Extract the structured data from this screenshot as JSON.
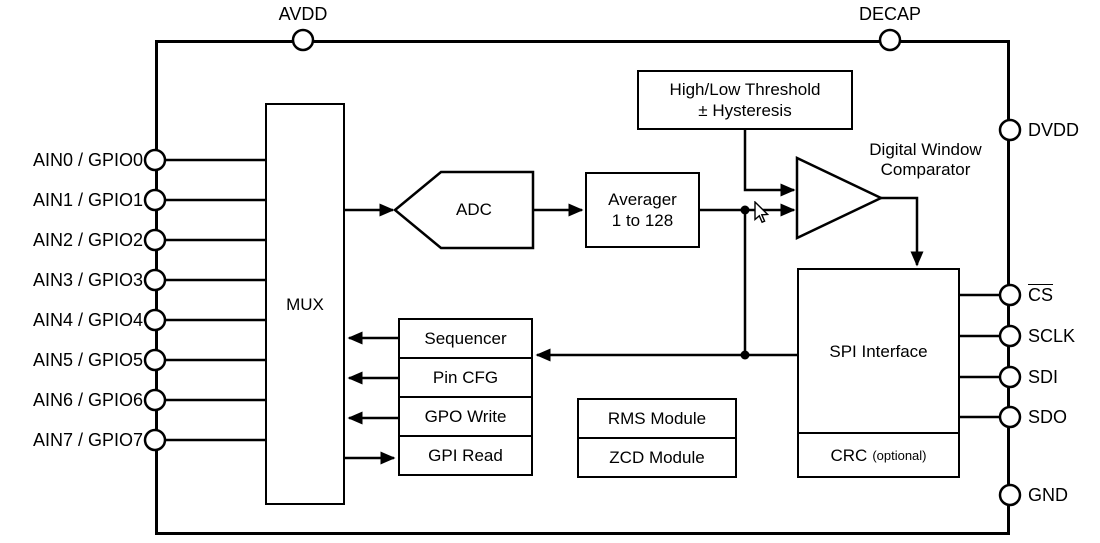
{
  "diagram": {
    "top_pins": {
      "avdd": "AVDD",
      "decap": "DECAP"
    },
    "left_pins": [
      "AIN0 / GPIO0",
      "AIN1 / GPIO1",
      "AIN2 / GPIO2",
      "AIN3 / GPIO3",
      "AIN4 / GPIO4",
      "AIN5 / GPIO5",
      "AIN6 / GPIO6",
      "AIN7 / GPIO7"
    ],
    "right_pins": {
      "dvdd": "DVDD",
      "cs": "CS",
      "sclk": "SCLK",
      "sdi": "SDI",
      "sdo": "SDO",
      "gnd": "GND"
    },
    "blocks": {
      "mux": "MUX",
      "adc": "ADC",
      "averager": {
        "line1": "Averager",
        "line2": "1 to 128"
      },
      "threshold": {
        "line1": "High/Low Threshold",
        "line2": "± Hysteresis"
      },
      "comparator": {
        "line1": "Digital Window",
        "line2": "Comparator"
      },
      "spi": "SPI Interface",
      "crc": {
        "main": "CRC",
        "suffix": "(optional)"
      },
      "sequencer": "Sequencer",
      "pin_cfg": "Pin CFG",
      "gpo_write": "GPO Write",
      "gpi_read": "GPI Read",
      "rms": "RMS Module",
      "zcd": "ZCD Module"
    },
    "colors": {
      "line": "#000000",
      "background": "#ffffff",
      "block_fill": "#ffffff"
    }
  }
}
